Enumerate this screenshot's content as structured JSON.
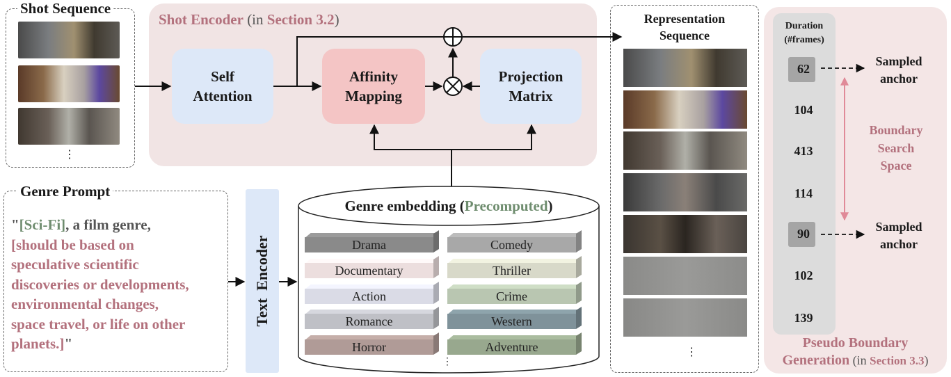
{
  "shot_sequence": {
    "title": "Shot Sequence",
    "ellipsis": "⋮"
  },
  "shot_encoder": {
    "title": "Shot Encoder",
    "ref_prefix": " (in ",
    "ref_section": "Section 3.2",
    "ref_suffix": ")",
    "self_attention": [
      "Self",
      "Attention"
    ],
    "affinity_mapping": [
      "Affinity",
      "Mapping"
    ],
    "projection_matrix": [
      "Projection",
      "Matrix"
    ],
    "plus_symbol": "⊕",
    "times_symbol": "⊗"
  },
  "genre_prompt": {
    "title": "Genre Prompt",
    "open_quote": "\"",
    "genre": "[Sci-Fi]",
    "mid": ", a film genre,",
    "description_lines": [
      "[should be based on",
      "speculative scientific",
      "discoveries or developments,",
      "environmental changes,",
      "space travel, or life on other",
      "planets.]"
    ],
    "close_quote": "\""
  },
  "text_encoder": {
    "label": "Text  Encoder"
  },
  "genre_embedding": {
    "title": "Genre embedding",
    "paren_open": " (",
    "precomputed": "Precomputed",
    "paren_close": ")",
    "ellipsis": "⋮",
    "genres": [
      {
        "name": "Drama",
        "color": "#8a8a8a"
      },
      {
        "name": "Comedy",
        "color": "#a8a8a8"
      },
      {
        "name": "Documentary",
        "color": "#ecdede"
      },
      {
        "name": "Thriller",
        "color": "#d8d9c9"
      },
      {
        "name": "Action",
        "color": "#dadbe6"
      },
      {
        "name": "Crime",
        "color": "#b9c6b1"
      },
      {
        "name": "Romance",
        "color": "#bfc0c6"
      },
      {
        "name": "Western",
        "color": "#7f929a"
      },
      {
        "name": "Horror",
        "color": "#b09b97"
      },
      {
        "name": "Adventure",
        "color": "#98a88e"
      }
    ]
  },
  "representation_sequence": {
    "title": [
      "Representation",
      "Sequence"
    ],
    "ellipsis": "⋮"
  },
  "pseudo_boundary": {
    "duration_header": [
      "Duration",
      "(#frames)"
    ],
    "durations": [
      "62",
      "104",
      "413",
      "114",
      "90",
      "102",
      "139"
    ],
    "sampled_anchor": [
      "Sampled",
      "anchor"
    ],
    "search_space": [
      "Boundary",
      "Search",
      "Space"
    ],
    "title": "Pseudo Boundary",
    "title2": "Generation",
    "ref_prefix": " (in ",
    "ref_section": "Section 3.3",
    "ref_suffix": ")"
  },
  "colors": {
    "encoder_panel": "#f1e4e4",
    "self_attention_fill": "#dde8f8",
    "affinity_fill": "#f4c5c5",
    "text_encoder_fill": "#dde8f8",
    "pseudo_panel": "#f4e6e6",
    "duration_column": "#dcdcdc",
    "pink_text": "#b3717d",
    "green_text": "#6f8d6f"
  }
}
